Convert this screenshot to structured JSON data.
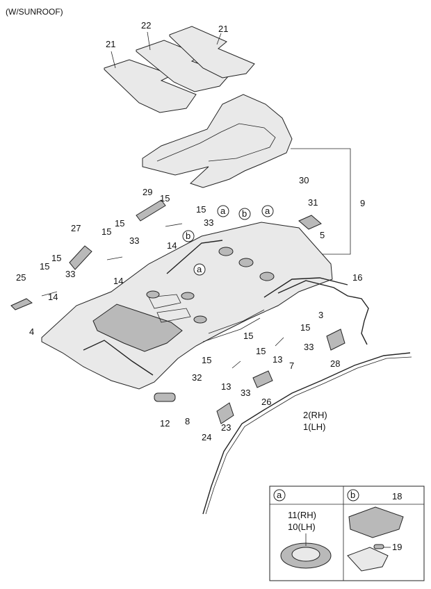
{
  "title": "(W/SUNROOF)",
  "callouts": [
    {
      "id": "c21a",
      "text": "21"
    },
    {
      "id": "c22",
      "text": "22"
    },
    {
      "id": "c21b",
      "text": "21"
    },
    {
      "id": "c30",
      "text": "30"
    },
    {
      "id": "c31",
      "text": "31"
    },
    {
      "id": "c9",
      "text": "9"
    },
    {
      "id": "c5",
      "text": "5"
    },
    {
      "id": "c29",
      "text": "29"
    },
    {
      "id": "c15a",
      "text": "15"
    },
    {
      "id": "c15b",
      "text": "15"
    },
    {
      "id": "c33a",
      "text": "33"
    },
    {
      "id": "c27",
      "text": "27"
    },
    {
      "id": "c15c",
      "text": "15"
    },
    {
      "id": "c15d",
      "text": "15"
    },
    {
      "id": "c33b",
      "text": "33"
    },
    {
      "id": "c14a",
      "text": "14"
    },
    {
      "id": "c15e",
      "text": "15"
    },
    {
      "id": "c15f",
      "text": "15"
    },
    {
      "id": "c33c",
      "text": "33"
    },
    {
      "id": "c14b",
      "text": "14"
    },
    {
      "id": "c25",
      "text": "25"
    },
    {
      "id": "c14c",
      "text": "14"
    },
    {
      "id": "c4",
      "text": "4"
    },
    {
      "id": "c16",
      "text": "16"
    },
    {
      "id": "c3",
      "text": "3"
    },
    {
      "id": "c15g",
      "text": "15"
    },
    {
      "id": "c15h",
      "text": "15"
    },
    {
      "id": "c33d",
      "text": "33"
    },
    {
      "id": "c15i",
      "text": "15"
    },
    {
      "id": "c13a",
      "text": "13"
    },
    {
      "id": "c28",
      "text": "28"
    },
    {
      "id": "c15j",
      "text": "15"
    },
    {
      "id": "c7",
      "text": "7"
    },
    {
      "id": "c32",
      "text": "32"
    },
    {
      "id": "c13b",
      "text": "13"
    },
    {
      "id": "c33e",
      "text": "33"
    },
    {
      "id": "c26",
      "text": "26"
    },
    {
      "id": "c12",
      "text": "12"
    },
    {
      "id": "c8",
      "text": "8"
    },
    {
      "id": "c23",
      "text": "23"
    },
    {
      "id": "c24",
      "text": "24"
    },
    {
      "id": "c2",
      "text": "2(RH)"
    },
    {
      "id": "c1",
      "text": "1(LH)"
    }
  ],
  "circle_refs": [
    {
      "id": "ra1",
      "text": "a"
    },
    {
      "id": "rb1",
      "text": "b"
    },
    {
      "id": "ra2",
      "text": "a"
    },
    {
      "id": "rb2",
      "text": "b"
    },
    {
      "id": "ra3",
      "text": "a"
    }
  ],
  "legend": {
    "a_tag": "a",
    "b_tag": "b",
    "b_part": "18",
    "a_part_rh": "11(RH)",
    "a_part_lh": "10(LH)",
    "b_part_bulb": "19"
  }
}
